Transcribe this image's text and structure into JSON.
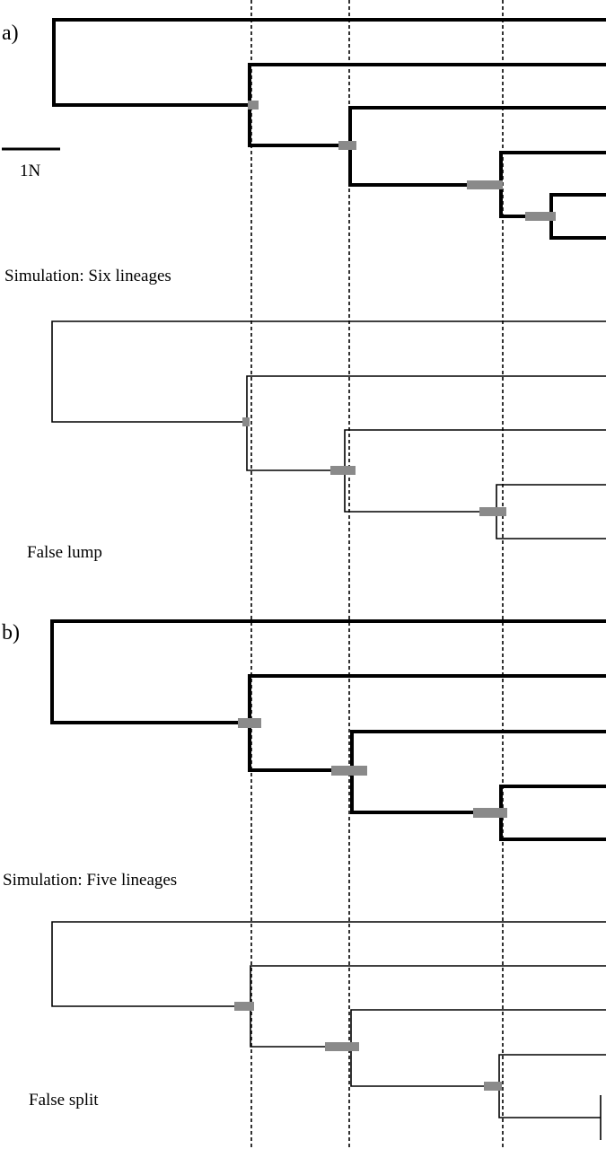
{
  "panel_a": {
    "label": "a)",
    "scale_bar": "1N",
    "upper_title": "Simulation: Six lineages",
    "lower_title": "False lump"
  },
  "panel_b": {
    "label": "b)",
    "upper_title": "Simulation: Five lineages",
    "lower_title": "False split"
  },
  "colors": {
    "tree_line": "#000000",
    "confidence_bar": "#8a8a8a",
    "guide_line": "#000000"
  }
}
